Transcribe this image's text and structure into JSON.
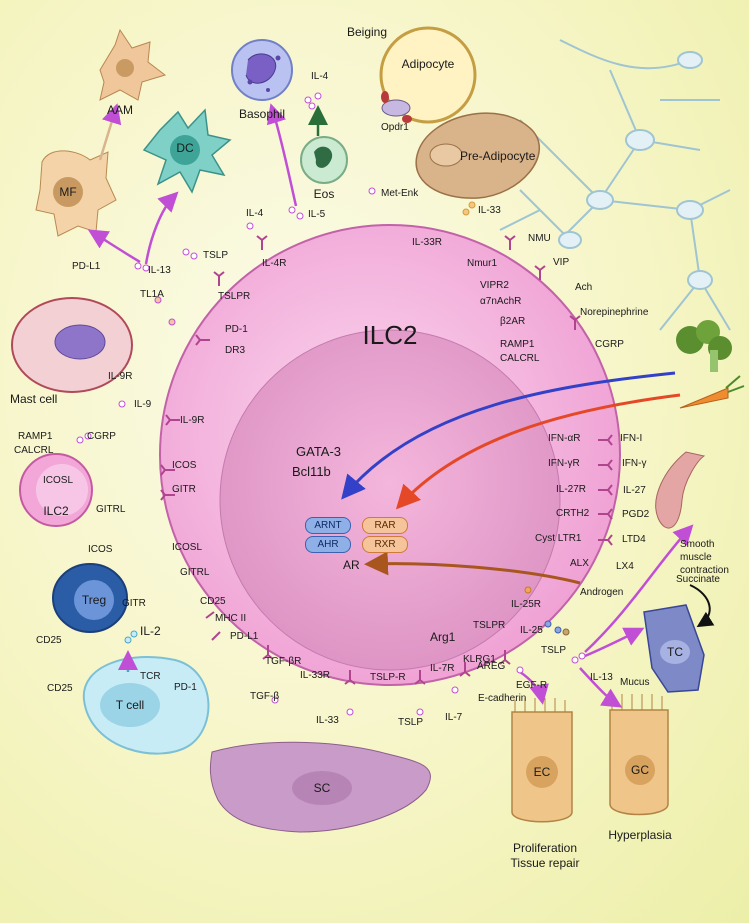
{
  "title": "ILC2",
  "nucleus": {
    "factor_1": "GATA-3",
    "factor_2": "Bcl11b",
    "arnt": "ARNT",
    "ahr": "AHR",
    "rar": "RAR",
    "rxr": "RXR",
    "ar": "AR"
  },
  "cells": {
    "adipocyte": "Adipocyte",
    "pre_adipocyte": "Pre-Adipocyte",
    "basophil": "Basophil",
    "eos": "Eos",
    "dc": "DC",
    "aam": "AAM",
    "mf": "MF",
    "mast_cell": "Mast cell",
    "ilc2_small": "ILC2",
    "treg": "Treg",
    "t_cell": "T cell",
    "sc": "SC",
    "ec": "EC",
    "gc": "GC",
    "tc": "TC"
  },
  "captions": {
    "beiging": "Beiging",
    "opdr1": "Opdr1",
    "proliferation": "Proliferation",
    "tissue_repair": "Tissue repair",
    "hyperplasia": "Hyperplasia",
    "smooth_1": "Smooth",
    "smooth_2": "muscle",
    "smooth_3": "contraction",
    "succinate": "Succinate",
    "mucus": "Mucus"
  },
  "receptors": {
    "il4r": "IL-4R",
    "tslpr_top": "TSLPR",
    "il33r_top": "IL-33R",
    "nmur1": "Nmur1",
    "vipr2": "VIPR2",
    "a7nachr": "α7nAchR",
    "b2ar": "β2AR",
    "ramp1": "RAMP1",
    "calcrl": "CALCRL",
    "pd1": "PD-1",
    "dr3": "DR3",
    "il9r": "IL-9R",
    "icos": "ICOS",
    "gitr": "GITR",
    "icosl": "ICOSL",
    "gitrl": "GITRL",
    "cd25": "CD25",
    "mhc2": "MHC II",
    "pdl1": "PD-L1",
    "tgfbr": "TGF-βR",
    "il33r_bottom": "IL-33R",
    "tslpr_bottom": "TSLP-R",
    "il7r": "IL-7R",
    "klrg1": "KLRG1",
    "tslpr_right": "TSLPR",
    "arg1": "Arg1",
    "il25r": "IL-25R",
    "ifnar": "IFN-αR",
    "ifngr": "IFN-γR",
    "il27r": "IL-27R",
    "crth2": "CRTH2",
    "cystltr1": "Cyst LTR1",
    "alx": "ALX"
  },
  "ligands": {
    "il4_top": "IL-4",
    "il4_mid": "IL-4",
    "il5": "IL-5",
    "met_enk": "Met-Enk",
    "il33_top": "IL-33",
    "nmu": "NMU",
    "vip": "VIP",
    "ach": "Ach",
    "norepinephrine": "Norepinephrine",
    "cgrp_right": "CGRP",
    "tslp_top": "TSLP",
    "il13_left": "IL-13",
    "pdl1_mf": "PD-L1",
    "tl1a": "TL1A",
    "il9r_mast": "IL-9R",
    "il9": "IL-9",
    "cgrp_left": "CGRP",
    "ramp1_left": "RAMP1",
    "calcrl_left": "CALCRL",
    "icosl_ilc2": "ICOSL",
    "gitrl_ilc2": "GITRL",
    "icos_treg": "ICOS",
    "gitr_treg": "GITR",
    "cd25_treg": "CD25",
    "il2": "IL-2",
    "cd25_t": "CD25",
    "tcr": "TCR",
    "pd1_t": "PD-1",
    "tgfb": "TGF-β",
    "il33_bottom": "IL-33",
    "tslp_bottom": "TSLP",
    "il7": "IL-7",
    "areg": "AREG",
    "egfr": "EGF-R",
    "ecadherin": "E-cadherin",
    "tslp_right": "TSLP",
    "il13_right": "IL-13",
    "il25": "IL-25",
    "androgen": "Androgen",
    "ifn1": "IFN-I",
    "ifng": "IFN-γ",
    "il27": "IL-27",
    "pgd2": "PGD2",
    "ltd4": "LTD4",
    "lx4": "LX4"
  },
  "colors": {
    "cell_fill": "#f2a6d8",
    "nucleus_fill": "#e39ac8",
    "receptor": "#b0448f",
    "arrow_magenta": "#c14fd6",
    "arrow_blue": "#3340c8",
    "arrow_red": "#e54826",
    "arrow_brown": "#a8561e",
    "arrow_green": "#2a6e3a",
    "neuron": "#dcecf2"
  }
}
